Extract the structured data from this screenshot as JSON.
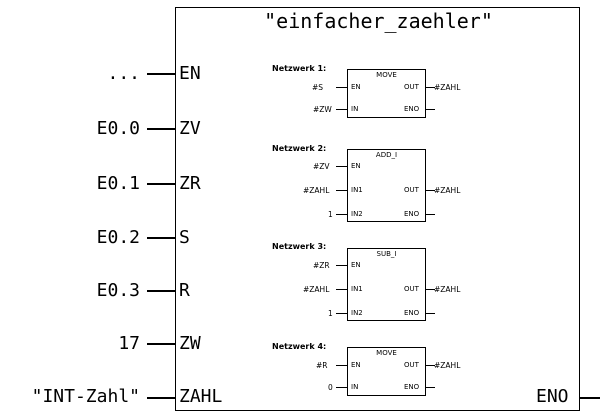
{
  "block": {
    "title": "\"einfacher_zaehler\"",
    "eno_label": "ENO",
    "params": [
      {
        "value": "...",
        "name": "EN"
      },
      {
        "value": "E0.0",
        "name": "ZV"
      },
      {
        "value": "E0.1",
        "name": "ZR"
      },
      {
        "value": "E0.2",
        "name": "S"
      },
      {
        "value": "E0.3",
        "name": "R"
      },
      {
        "value": "17",
        "name": "ZW"
      },
      {
        "value": "\"INT-Zahl\"",
        "name": "ZAHL"
      }
    ]
  },
  "networks": [
    {
      "label": "Netzwerk 1:",
      "op": "MOVE",
      "inputs": [
        {
          "pin": "EN",
          "value": "#S"
        },
        {
          "pin": "IN",
          "value": "#ZW"
        }
      ],
      "outputs": [
        {
          "pin": "OUT",
          "value": "#ZAHL"
        },
        {
          "pin": "ENO",
          "value": ""
        }
      ]
    },
    {
      "label": "Netzwerk 2:",
      "op": "ADD_I",
      "inputs": [
        {
          "pin": "EN",
          "value": "#ZV"
        },
        {
          "pin": "IN1",
          "value": "#ZAHL"
        },
        {
          "pin": "IN2",
          "value": "1"
        }
      ],
      "outputs": [
        {
          "pin": "OUT",
          "value": "#ZAHL"
        },
        {
          "pin": "ENO",
          "value": ""
        }
      ]
    },
    {
      "label": "Netzwerk 3:",
      "op": "SUB_I",
      "inputs": [
        {
          "pin": "EN",
          "value": "#ZR"
        },
        {
          "pin": "IN1",
          "value": "#ZAHL"
        },
        {
          "pin": "IN2",
          "value": "1"
        }
      ],
      "outputs": [
        {
          "pin": "OUT",
          "value": "#ZAHL"
        },
        {
          "pin": "ENO",
          "value": ""
        }
      ]
    },
    {
      "label": "Netzwerk 4:",
      "op": "MOVE",
      "inputs": [
        {
          "pin": "EN",
          "value": "#R"
        },
        {
          "pin": "IN",
          "value": "0"
        }
      ],
      "outputs": [
        {
          "pin": "OUT",
          "value": "#ZAHL"
        },
        {
          "pin": "ENO",
          "value": ""
        }
      ]
    }
  ]
}
